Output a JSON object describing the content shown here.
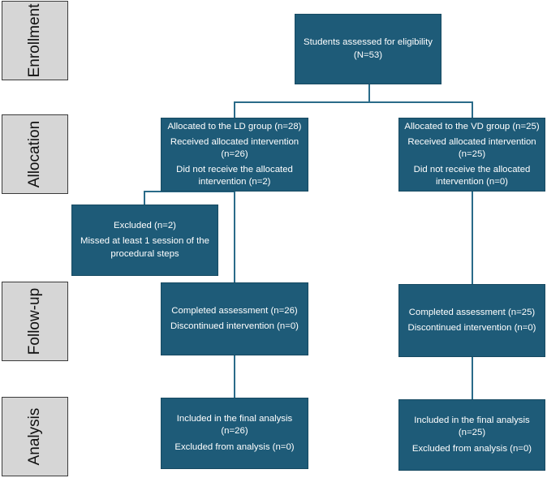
{
  "stages": {
    "enrollment": "Enrollment",
    "allocation": "Allocation",
    "follow_up": "Follow-up",
    "analysis": "Analysis"
  },
  "eligibility": {
    "line1": "Students assessed for eligibility",
    "line2": "(N=53)"
  },
  "ld_allocation": {
    "allocated": "Allocated to the LD group (n=28)",
    "received1": "Received allocated intervention",
    "received2": "(n=26)",
    "not_received1": "Did not receive the allocated",
    "not_received2": "intervention (n=2)"
  },
  "vd_allocation": {
    "allocated": "Allocated to the VD group (n=25)",
    "received1": "Received allocated intervention",
    "received2": "(n=25)",
    "not_received1": "Did not receive the allocated",
    "not_received2": "intervention (n=0)"
  },
  "excluded": {
    "line1": "Excluded (n=2)",
    "line2": "Missed at least 1 session of the",
    "line3": "procedural steps"
  },
  "ld_followup": {
    "completed": "Completed assessment (n=26)",
    "discontinued": "Discontinued intervention (n=0)"
  },
  "vd_followup": {
    "completed": "Completed assessment (n=25)",
    "discontinued": "Discontinued intervention (n=0)"
  },
  "ld_analysis": {
    "included1": "Included in the final analysis",
    "included2": "(n=26)",
    "excluded": "Excluded from analysis (n=0)"
  },
  "vd_analysis": {
    "included1": "Included in the final analysis",
    "included2": "(n=25)",
    "excluded": "Excluded from analysis (n=0)"
  }
}
